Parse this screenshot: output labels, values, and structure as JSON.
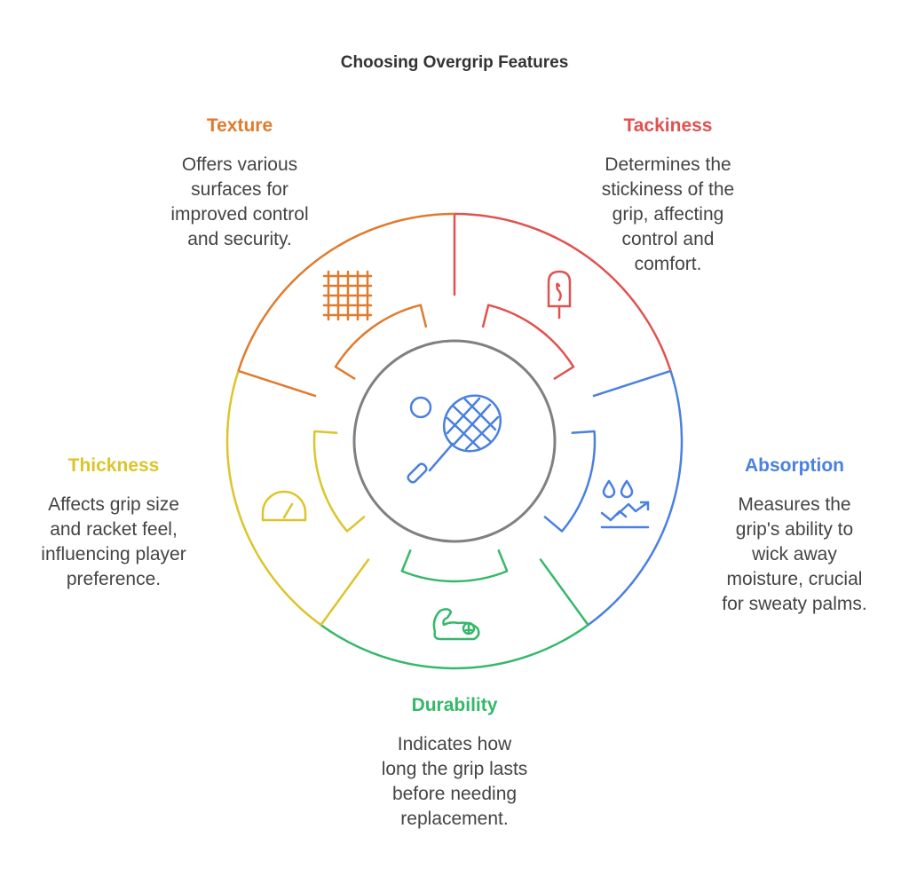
{
  "title": "Choosing Overgrip Features",
  "colors": {
    "texture": "#E07B2E",
    "tackiness": "#E0524F",
    "absorption": "#4A80E0",
    "durability": "#36B86A",
    "thickness": "#DCC52B",
    "center": "#808080"
  },
  "features": [
    {
      "key": "texture",
      "name": "Texture",
      "desc": [
        "Offers various",
        "surfaces for",
        "improved control",
        "and security."
      ],
      "icon": "grid-texture-icon"
    },
    {
      "key": "tackiness",
      "name": "Tackiness",
      "desc": [
        "Determines the",
        "stickiness of the",
        "grip, affecting",
        "control and",
        "comfort."
      ],
      "icon": "sticky-popsicle-icon"
    },
    {
      "key": "absorption",
      "name": "Absorption",
      "desc": [
        "Measures the",
        "grip's ability to",
        "wick away",
        "moisture, crucial",
        "for sweaty palms."
      ],
      "icon": "water-drops-icon"
    },
    {
      "key": "durability",
      "name": "Durability",
      "desc": [
        "Indicates how",
        "long the grip lasts",
        "before needing",
        "replacement."
      ],
      "icon": "strong-arm-icon"
    },
    {
      "key": "thickness",
      "name": "Thickness",
      "desc": [
        "Affects grip size",
        "and racket feel,",
        "influencing player",
        "preference."
      ],
      "icon": "gauge-icon"
    }
  ],
  "center_icon": "tennis-racket-icon"
}
